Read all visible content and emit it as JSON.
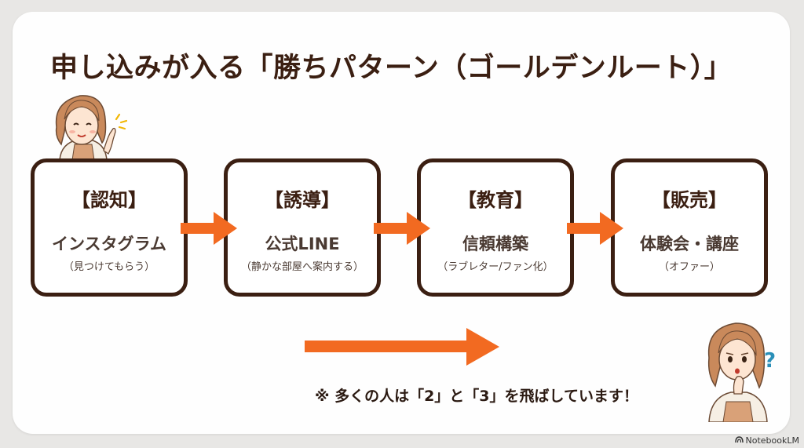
{
  "title": "申し込みが入る「勝ちパターン（ゴールデンルート）」",
  "steps": [
    {
      "step": "【認知】",
      "main": "インスタグラム",
      "sub": "（見つけてもらう）"
    },
    {
      "step": "【誘導】",
      "main": "公式LINE",
      "sub": "（静かな部屋へ案内する）"
    },
    {
      "step": "【教育】",
      "main": "信頼構築",
      "sub": "（ラブレター/ファン化）"
    },
    {
      "step": "【販売】",
      "main": "体験会・講座",
      "sub": "（オファー）"
    }
  ],
  "note": "※ 多くの人は「2」と「3」を飛ばしています！",
  "logo_text": "NotebookLM",
  "colors": {
    "box_border": "#3b1f12",
    "arrow": "#f26a21",
    "text": "#3b1f12"
  },
  "icons": [
    "pointing-woman-icon",
    "thinking-woman-icon",
    "arrow-right-icon",
    "notebooklm-logo-icon"
  ]
}
